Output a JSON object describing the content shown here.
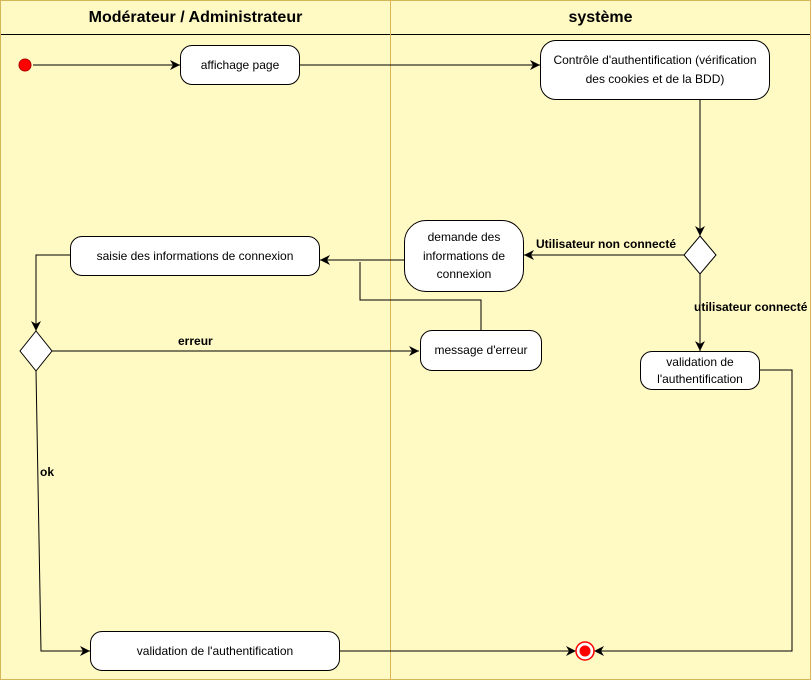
{
  "lanes": {
    "left": "Modérateur / Administrateur",
    "right": "système"
  },
  "nodes": {
    "affichage": "affichage page",
    "controle": "Contrôle d'authentification (vérification des cookies et de la BDD)",
    "demande": "demande des informations de connexion",
    "saisie": "saisie des informations de connexion",
    "message": "message d'erreur",
    "validation_sys": "validation de l'authentification",
    "validation_user": "validation de l'authentification"
  },
  "edge_labels": {
    "non_connecte": "Utilisateur non connecté",
    "connecte": "utilisateur connecté",
    "erreur": "erreur",
    "ok": "ok"
  },
  "colors": {
    "lane_fill": "#fff9c4",
    "lane_border": "#d6b656",
    "start_node": "#ff0000",
    "end_node": "#ff0000"
  }
}
